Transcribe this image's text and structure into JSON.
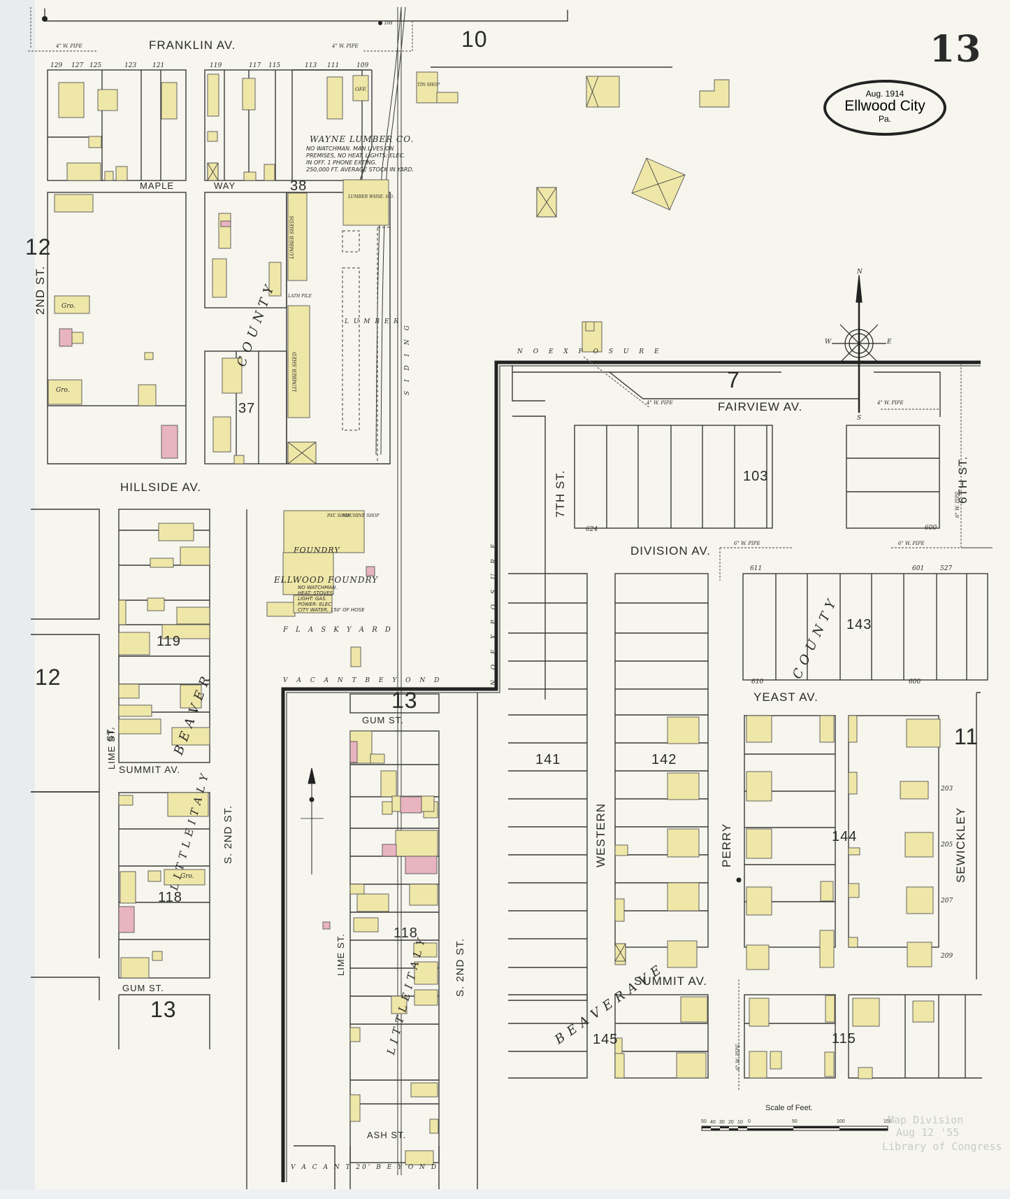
{
  "sheet": {
    "plate_number": "13",
    "title": {
      "date": "Aug. 1914",
      "city": "Ellwood City",
      "state": "Pa."
    },
    "colors": {
      "paper": "#f6f5ee",
      "frame_building": "#efe7a8",
      "brick_building": "#e8b4c0",
      "line": "#333333"
    }
  },
  "adjacent_sheets": [
    {
      "id": "adj-10",
      "label": "10"
    },
    {
      "id": "adj-12-top",
      "label": "12"
    },
    {
      "id": "adj-12-mid",
      "label": "12"
    },
    {
      "id": "adj-7",
      "label": "7"
    },
    {
      "id": "adj-13-mid",
      "label": "13"
    },
    {
      "id": "adj-13-bottom",
      "label": "13"
    },
    {
      "id": "adj-11",
      "label": "11"
    }
  ],
  "streets": {
    "franklin": "FRANKLIN AV.",
    "maple": "MAPLE",
    "way": "WAY",
    "hillside": "HILLSIDE AV.",
    "second_st": "2ND ST.",
    "fairview": "FAIRVIEW AV.",
    "division": "DIVISION AV.",
    "seventh": "7TH ST.",
    "sixth": "6TH ST.",
    "yeast": "YEAST AV.",
    "summit_w": "SUMMIT AV.",
    "summit_e": "SUMMIT AV.",
    "gum_w": "GUM ST.",
    "gum_c": "GUM ST.",
    "lime_w": "LIME ST.",
    "lime_c": "LIME ST.",
    "s2nd_w": "S. 2ND ST.",
    "s2nd_c": "S. 2ND ST.",
    "ash": "ASH ST.",
    "western": "WESTERN",
    "perry": "PERRY",
    "sewickley": "SEWICKLEY",
    "st_italy": "ST."
  },
  "blocks": [
    "38",
    "37",
    "119",
    "118",
    "118",
    "103",
    "143",
    "141",
    "142",
    "144",
    "145",
    "115"
  ],
  "area_labels": {
    "county_w": "C O U N T Y",
    "county_e": "C O U N T Y",
    "beaver": "B E A V E R",
    "little_italy_1": "L I T T L E   I T A L Y",
    "little_italy_2": "L I T T L E   I T A L Y",
    "beaver_ave_e": "B E A V E R   A V E",
    "no_exposure": "N O   E X P O S U R E",
    "vacant_beyond": "V A C A N T   B E Y O N D",
    "vacant_beyond_bottom": "V A C A N T   20'   B E Y O N D",
    "siding": "S I D I N G"
  },
  "businesses": {
    "wayne_lumber": {
      "name": "WAYNE LUMBER CO.",
      "notes": [
        "NO WATCHMAN. MAN LIVES ON",
        "PREMISES, NO HEAT, LIGHTS: ELEC.",
        "IN OFF. 1 PHONE EXTING.",
        "250,000 FT. AVERAGE STOCK IN YARD."
      ]
    },
    "ellwood_foundry": {
      "name": "ELLWOOD FOUNDRY",
      "notes": [
        "NO WATCHMAN.",
        "HEAT: STOVES.",
        "LIGHT: GAS.",
        "POWER: ELEC.",
        "CITY WATER, 150' OF HOSE"
      ]
    },
    "foundry_building": "FOUNDRY",
    "flask_yard": "F L A S K   Y A R D",
    "lumber": "L U M B E R",
    "lumber_sheds": "LUMBER SHEDS",
    "lumber_shed": "LUMBER SHED",
    "lumber_whse": "LUMBER WHSE. HO.",
    "lath_pile": "LATH PILE",
    "tin_shop": "TIN SHOP",
    "machine_shop": "MACHINE SHOP",
    "pat_shop": "PAT. SHOP",
    "off": "OFF.",
    "gro_1": "Gro.",
    "gro_2": "Gro.",
    "gro_3": "Gro."
  },
  "pipes": {
    "w1": "4\" W. PIPE",
    "w2": "4\" W. PIPE",
    "w3": "4\" W. PIPE",
    "w4": "4\" W. PIPE",
    "w5": "6\" W. PIPE",
    "w6": "6\" W. PIPE",
    "w7": "6\" W. PIPE",
    "w8": "6\" W. PIPE",
    "dh": "DH"
  },
  "house_numbers": {
    "franklin": [
      "129",
      "127",
      "125",
      "123",
      "121",
      "119",
      "117",
      "115",
      "113",
      "111",
      "109"
    ],
    "fairview": [
      "624",
      "600"
    ],
    "division": [
      "611",
      "601",
      "527"
    ],
    "yeast": [
      "610",
      "600"
    ],
    "sewickley": [
      "203",
      "205",
      "207",
      "209"
    ]
  },
  "compass": {
    "n": "N",
    "s": "S",
    "e": "E",
    "w": "W"
  },
  "scale": {
    "title": "Scale of Feet.",
    "ticks": [
      "50",
      "40",
      "30",
      "20",
      "10",
      "0",
      "50",
      "100",
      "150"
    ]
  },
  "stamp": [
    "Map Division",
    "Aug 12 '55",
    "Library of Congress"
  ]
}
